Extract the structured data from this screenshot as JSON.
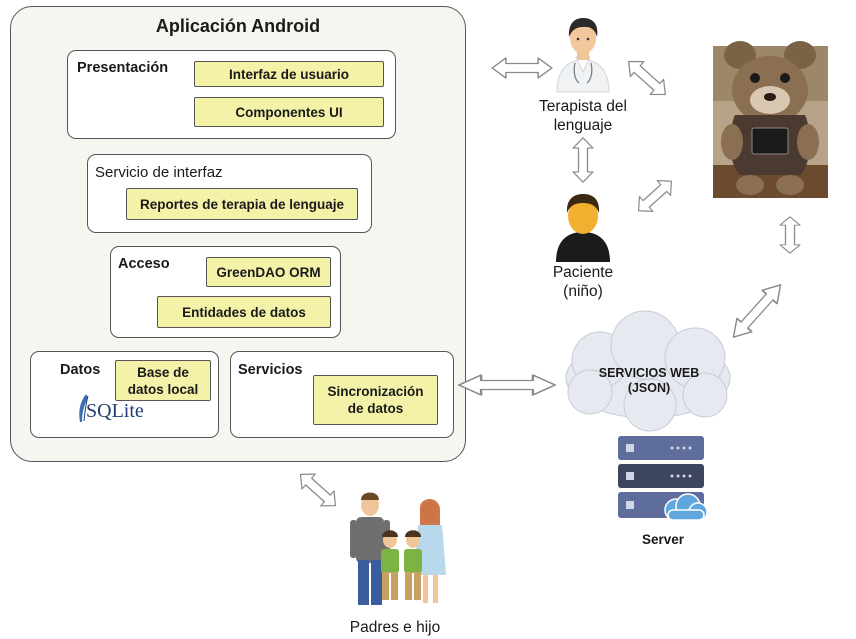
{
  "app": {
    "title": "Aplicación Android",
    "presentacion": {
      "label": "Presentación",
      "items": [
        "Interfaz de usuario",
        "Componentes UI"
      ]
    },
    "servicio_interfaz": {
      "label": "Servicio de interfaz",
      "items": [
        "Reportes de terapia de lenguaje"
      ]
    },
    "acceso": {
      "label": "Acceso",
      "items": [
        "GreenDAO ORM",
        "Entidades de datos"
      ]
    },
    "datos": {
      "label": "Datos",
      "items": [
        "Base de datos local"
      ],
      "logo_text": "SQLite"
    },
    "servicios": {
      "label": "Servicios",
      "items": [
        "Sincronización de datos"
      ]
    }
  },
  "actors": {
    "terapista": {
      "label_line1": "Terapista del",
      "label_line2": "lenguaje",
      "icon": "doctor-icon"
    },
    "paciente": {
      "label_line1": "Paciente",
      "label_line2": "(niño)",
      "icon": "child-icon"
    },
    "padres": {
      "label": "Padres e hijo",
      "icon": "family-icon"
    },
    "robot": {
      "icon": "robot-bear-icon"
    }
  },
  "cloud": {
    "label_line1": "SERVICIOS WEB",
    "label_line2": "(JSON)"
  },
  "server": {
    "label": "Server",
    "icon": "server-icon"
  },
  "colors": {
    "yellow_box": "#f4f1a8",
    "cloud": "#e6e9f0",
    "server_body": "#5e6d9c",
    "arrow_fill": "#ffffff"
  }
}
